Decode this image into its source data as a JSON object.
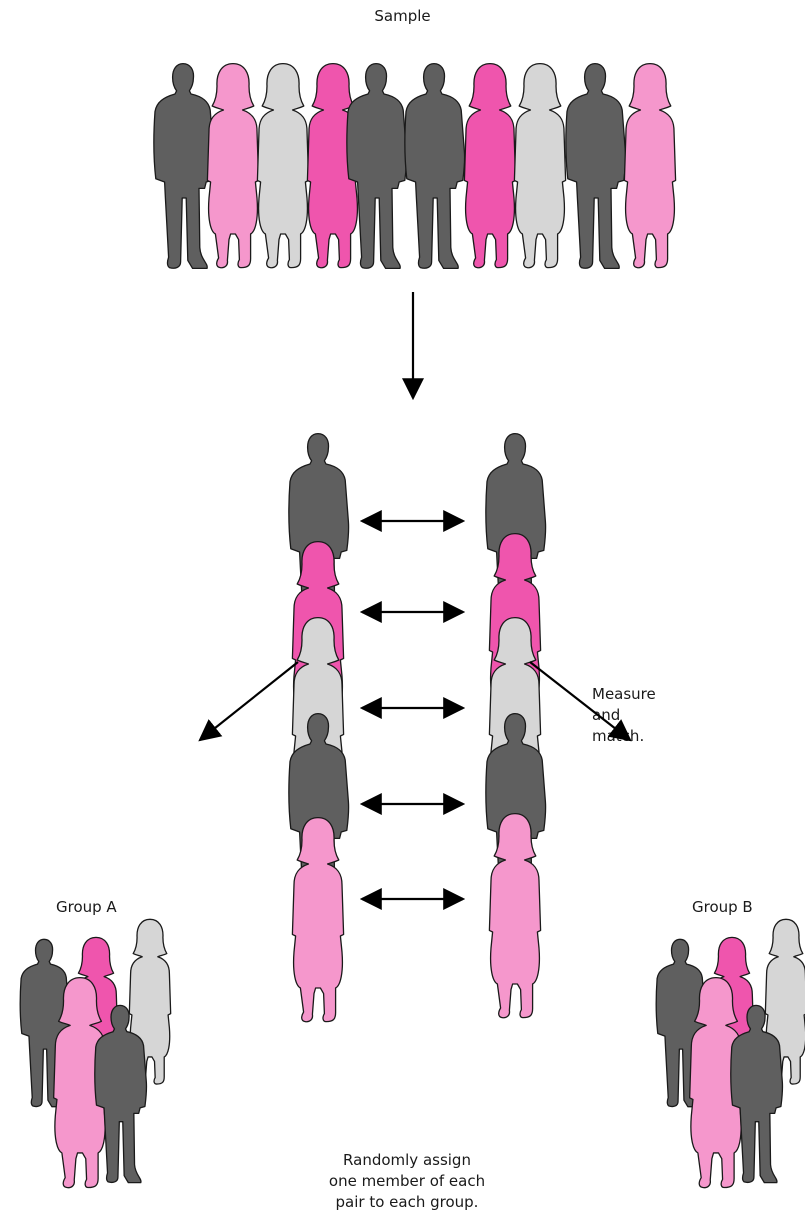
{
  "labels": {
    "sample_title": "Sample",
    "measure_match": "Measure\nand\nmatch.",
    "group_a": "Group A",
    "group_b": "Group B",
    "assign_note": "Randomly assign\none member of each\npair to each group."
  },
  "colors": {
    "man": "#5f5f5f",
    "woman_light_gray": "#d6d6d6",
    "woman_magenta": "#ef55ad",
    "woman_light_pink": "#f597cc",
    "outline": "#1a1a1a",
    "arrow": "#000000"
  },
  "icons": {
    "figure_man": "man-silhouette-icon",
    "figure_woman": "woman-silhouette-icon",
    "down_arrow": "down-arrow-icon",
    "double_arrow": "double-headed-arrow-icon",
    "diagonal_arrow": "diagonal-arrow-icon"
  },
  "sample": [
    "man",
    "woman_light_pink",
    "woman_light_gray",
    "woman_magenta",
    "man",
    "man",
    "woman_magenta",
    "woman_light_gray",
    "man",
    "woman_light_pink"
  ],
  "pairs": [
    "man",
    "woman_magenta",
    "woman_light_gray",
    "man",
    "woman_light_pink"
  ],
  "group_a_members": [
    "man",
    "woman_magenta",
    "woman_light_gray",
    "woman_light_pink",
    "man"
  ],
  "group_b_members": [
    "man",
    "woman_magenta",
    "woman_light_gray",
    "woman_light_pink",
    "man"
  ]
}
